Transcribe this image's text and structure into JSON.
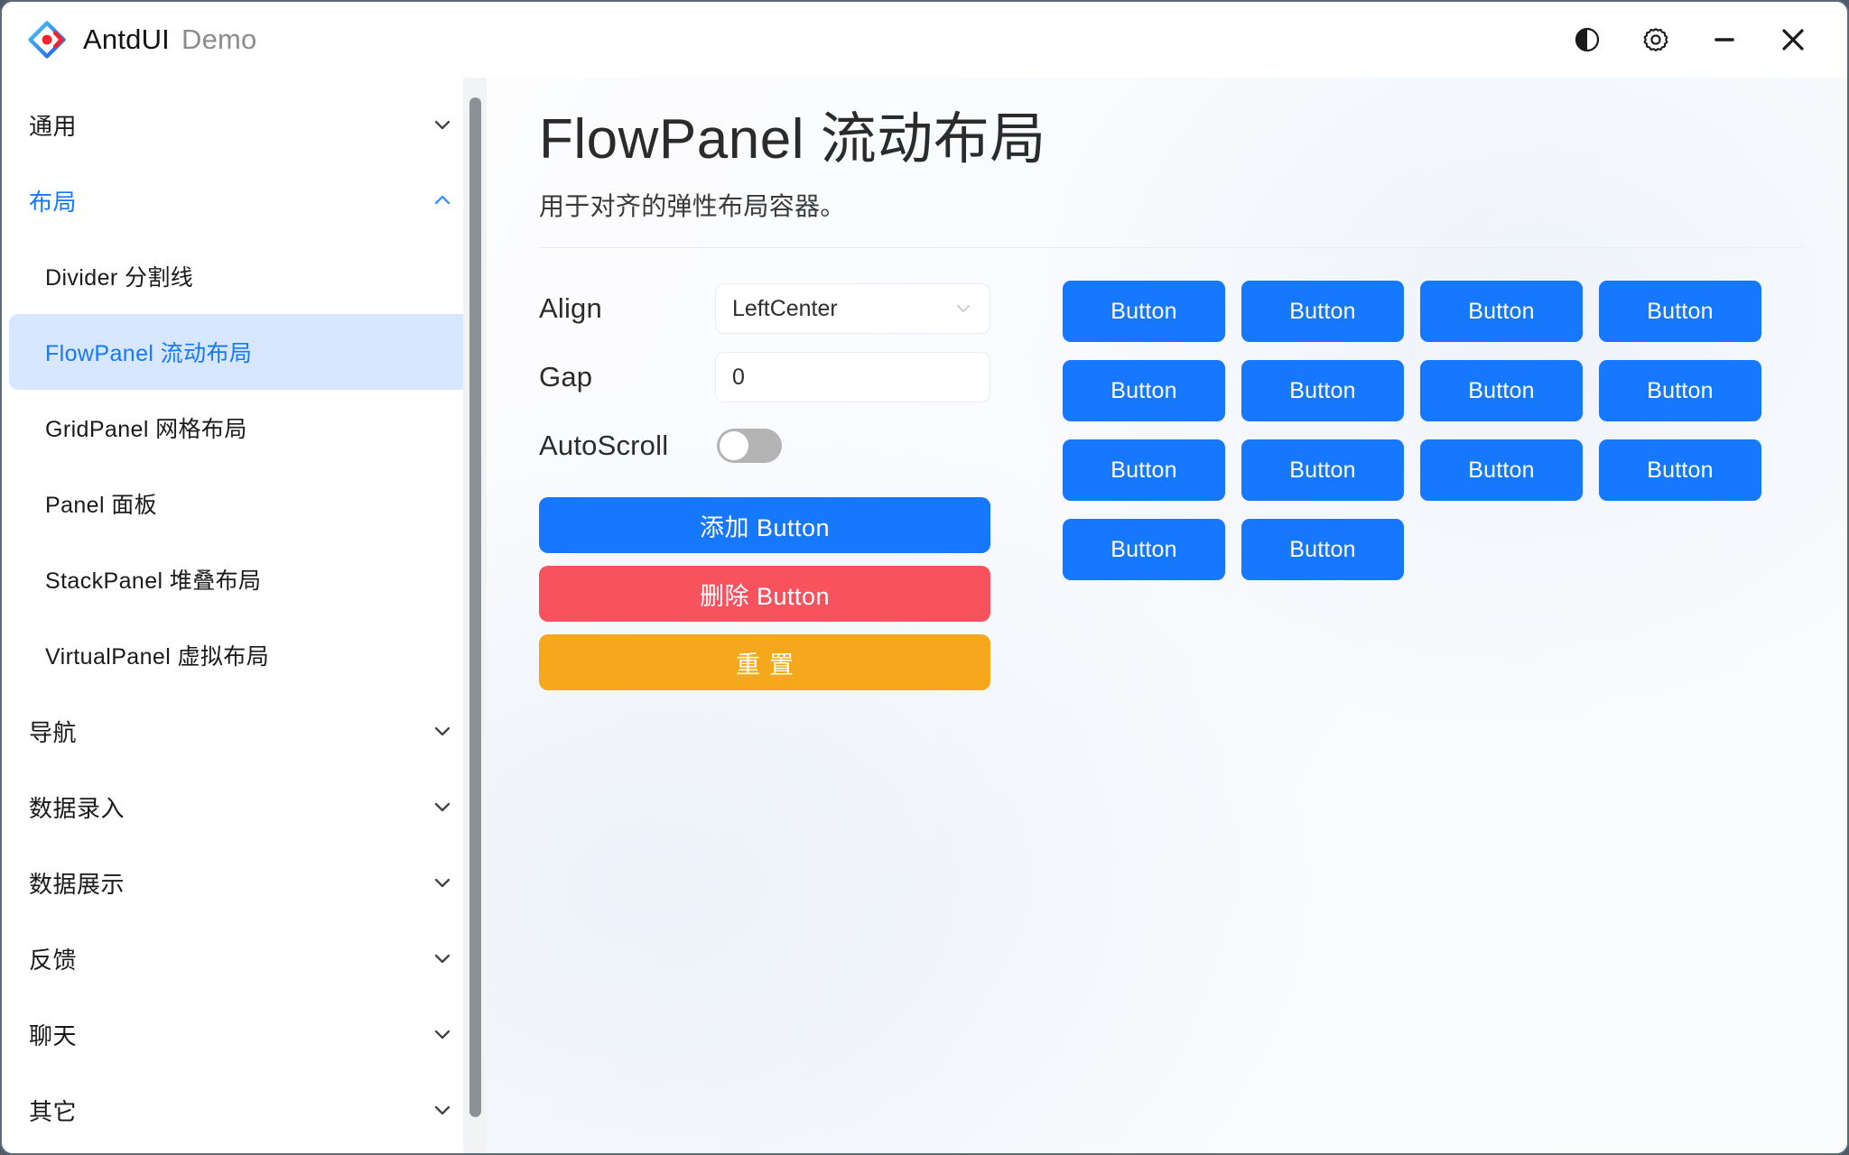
{
  "titlebar": {
    "logo_icon": "antd-logo-icon",
    "title": "AntdUI",
    "subtitle": "Demo",
    "theme_icon": "theme-contrast-icon",
    "settings_icon": "gear-icon",
    "minimize_icon": "minimize-icon",
    "close_icon": "close-icon"
  },
  "sidebar": {
    "groups": [
      {
        "label": "通用",
        "expanded": false,
        "chevron": "chevron-down-icon",
        "active": false,
        "items": []
      },
      {
        "label": "布局",
        "expanded": true,
        "chevron": "chevron-up-icon",
        "active": true,
        "items": [
          {
            "label": "Divider 分割线",
            "selected": false
          },
          {
            "label": "FlowPanel 流动布局",
            "selected": true
          },
          {
            "label": "GridPanel 网格布局",
            "selected": false
          },
          {
            "label": "Panel 面板",
            "selected": false
          },
          {
            "label": "StackPanel 堆叠布局",
            "selected": false
          },
          {
            "label": "VirtualPanel 虚拟布局",
            "selected": false
          }
        ]
      },
      {
        "label": "导航",
        "expanded": false,
        "chevron": "chevron-down-icon",
        "active": false,
        "items": []
      },
      {
        "label": "数据录入",
        "expanded": false,
        "chevron": "chevron-down-icon",
        "active": false,
        "items": []
      },
      {
        "label": "数据展示",
        "expanded": false,
        "chevron": "chevron-down-icon",
        "active": false,
        "items": []
      },
      {
        "label": "反馈",
        "expanded": false,
        "chevron": "chevron-down-icon",
        "active": false,
        "items": []
      },
      {
        "label": "聊天",
        "expanded": false,
        "chevron": "chevron-down-icon",
        "active": false,
        "items": []
      },
      {
        "label": "其它",
        "expanded": false,
        "chevron": "chevron-down-icon",
        "active": false,
        "items": []
      }
    ],
    "scrollbar": "sidebar-scrollbar"
  },
  "main": {
    "page_title": "FlowPanel 流动布局",
    "page_description": "用于对齐的弹性布局容器。",
    "controls": {
      "align": {
        "label": "Align",
        "value": "LeftCenter",
        "chevron": "chevron-down-icon"
      },
      "gap": {
        "label": "Gap",
        "value": "0",
        "placeholder": ""
      },
      "autoscroll": {
        "label": "AutoScroll",
        "value": "off"
      }
    },
    "actions": [
      {
        "label": "添加 Button",
        "style": "primary"
      },
      {
        "label": "删除 Button",
        "style": "danger"
      },
      {
        "label": "重置",
        "style": "warning"
      }
    ],
    "flow_buttons": [
      {
        "label": "Button"
      },
      {
        "label": "Button"
      },
      {
        "label": "Button"
      },
      {
        "label": "Button"
      },
      {
        "label": "Button"
      },
      {
        "label": "Button"
      },
      {
        "label": "Button"
      },
      {
        "label": "Button"
      },
      {
        "label": "Button"
      },
      {
        "label": "Button"
      },
      {
        "label": "Button"
      },
      {
        "label": "Button"
      },
      {
        "label": "Button"
      },
      {
        "label": "Button"
      }
    ]
  },
  "colors": {
    "primary": "#1677FF",
    "danger": "#F9525F",
    "warning": "#F5A81C",
    "selected_bg": "#D6E7FF",
    "window_bg": "#FFFFFF"
  }
}
